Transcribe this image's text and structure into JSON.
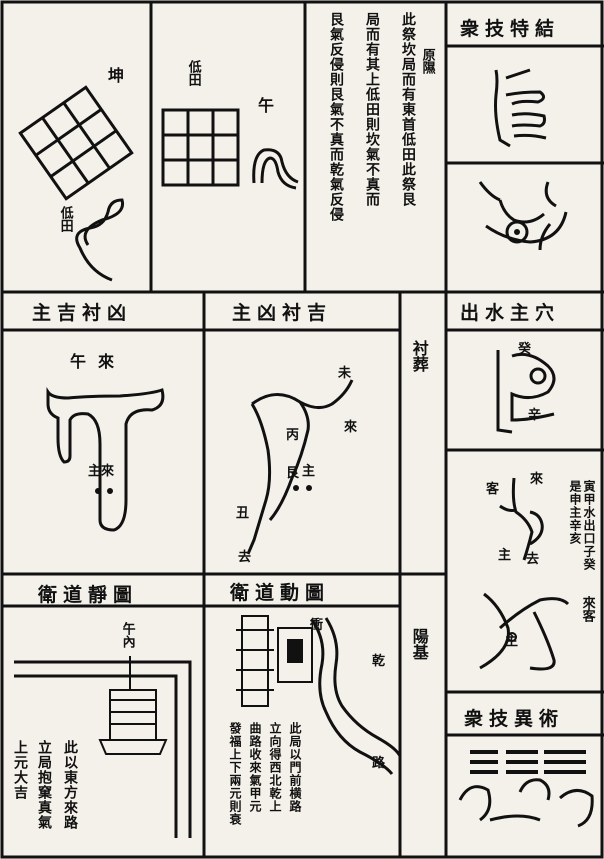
{
  "top_row": {
    "kun": "坤",
    "low_field_left": "低田",
    "low_field_mid": "低田",
    "wu": "午",
    "source_note": "原隰",
    "passage": [
      "此祭坎局而有東首低田此祭艮",
      "局而有其上低田則坎氣不真而",
      "艮氣反侵則艮氣不真而乾氣反侵"
    ]
  },
  "right_column": {
    "special": "衆技特結",
    "water_outlet": "出水主穴",
    "water_labels": {
      "upper": "癸",
      "lower": "辛"
    },
    "guest": "客",
    "come": "來",
    "host": "主",
    "go": "去",
    "side_note": "寅甲水出口子癸是申主辛亥",
    "come_guest": "來客",
    "host_small": "主",
    "assembly": "衆技異術"
  },
  "middle_row": {
    "host_auspicious": "主吉衬凶",
    "host_inauspicious": "主凶衬吉",
    "accompany_burial": "衬葬",
    "wu_lai": "午來",
    "host_lai": "主來",
    "wei": "未",
    "lai": "來",
    "bing": "丙",
    "gen": "艮",
    "host2": "主",
    "chou": "丑",
    "qu": "去"
  },
  "bottom_row": {
    "still_street": "衛道靜圖",
    "moving_street": "衛道動圖",
    "yang_base": "陽基",
    "wu_nei": "午內",
    "still_passage": [
      "此以東方來路",
      "立局抱窠真氣",
      "上元大吉"
    ],
    "moving_passage": [
      "此局以門前横路",
      "立向得西北乾上",
      "曲路收來氣甲元",
      "發福上下兩元則衰"
    ],
    "street_label": "衝",
    "qian": "乾",
    "road_label": "路"
  }
}
